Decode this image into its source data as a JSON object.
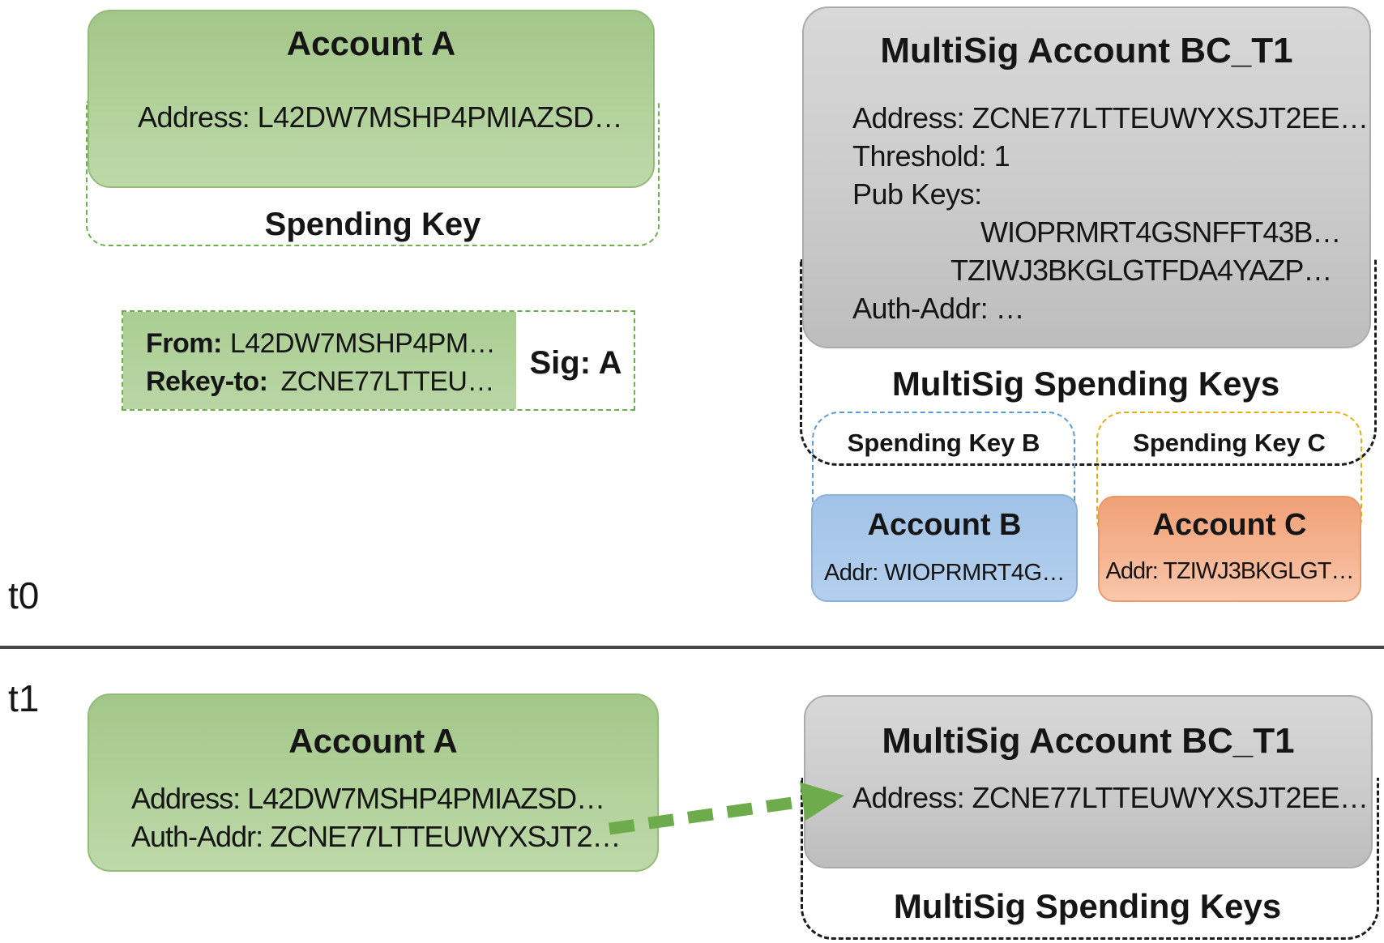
{
  "palette": {
    "green_fill": "#b2d19b",
    "green_dash": "#6fae4e",
    "arrow_green": "#6dab4d",
    "gray_fill": "#cbcbcb",
    "blue_fill": "#abc9ea",
    "blue_dash": "#5b9bd5",
    "orange_fill": "#f5b492",
    "yellow_dash": "#e9ac10",
    "black_dash": "#1c1c1c"
  },
  "t0": {
    "timeline_label": "t0",
    "account_a": {
      "title": "Account A",
      "address": "Address: L42DW7MSHP4PMIAZSD…",
      "spending_key_label": "Spending Key"
    },
    "rekey_txn": {
      "from_label": "From:",
      "from_value": "L42DW7MSHP4PM…",
      "rekey_label": "Rekey-to:",
      "rekey_value": "ZCNE77LTTEU…",
      "sig_label": "Sig: A"
    },
    "multisig": {
      "title": "MultiSig Account BC_T1",
      "address": "Address: ZCNE77LTTEUWYXSJT2EE…",
      "threshold": "Threshold: 1",
      "pub_keys_label": "Pub Keys:",
      "pub_key_1": "WIOPRMRT4GSNFFT43B…",
      "pub_key_2": "TZIWJ3BKGLGTFDA4YAZP…",
      "auth_addr": "Auth-Addr: …",
      "spending_keys_title": "MultiSig Spending Keys"
    },
    "spending_key_b_label": "Spending Key B",
    "spending_key_c_label": "Spending Key C",
    "account_b": {
      "title": "Account B",
      "addr": "Addr: WIOPRMRT4G…"
    },
    "account_c": {
      "title": "Account C",
      "addr": "Addr: TZIWJ3BKGLGT…"
    }
  },
  "t1": {
    "timeline_label": "t1",
    "account_a": {
      "title": "Account A",
      "address": "Address: L42DW7MSHP4PMIAZSD…",
      "auth_addr": "Auth-Addr: ZCNE77LTTEUWYXSJT2…"
    },
    "multisig": {
      "title": "MultiSig Account BC_T1",
      "address": "Address: ZCNE77LTTEUWYXSJT2EE…",
      "spending_keys_title": "MultiSig Spending Keys"
    }
  }
}
